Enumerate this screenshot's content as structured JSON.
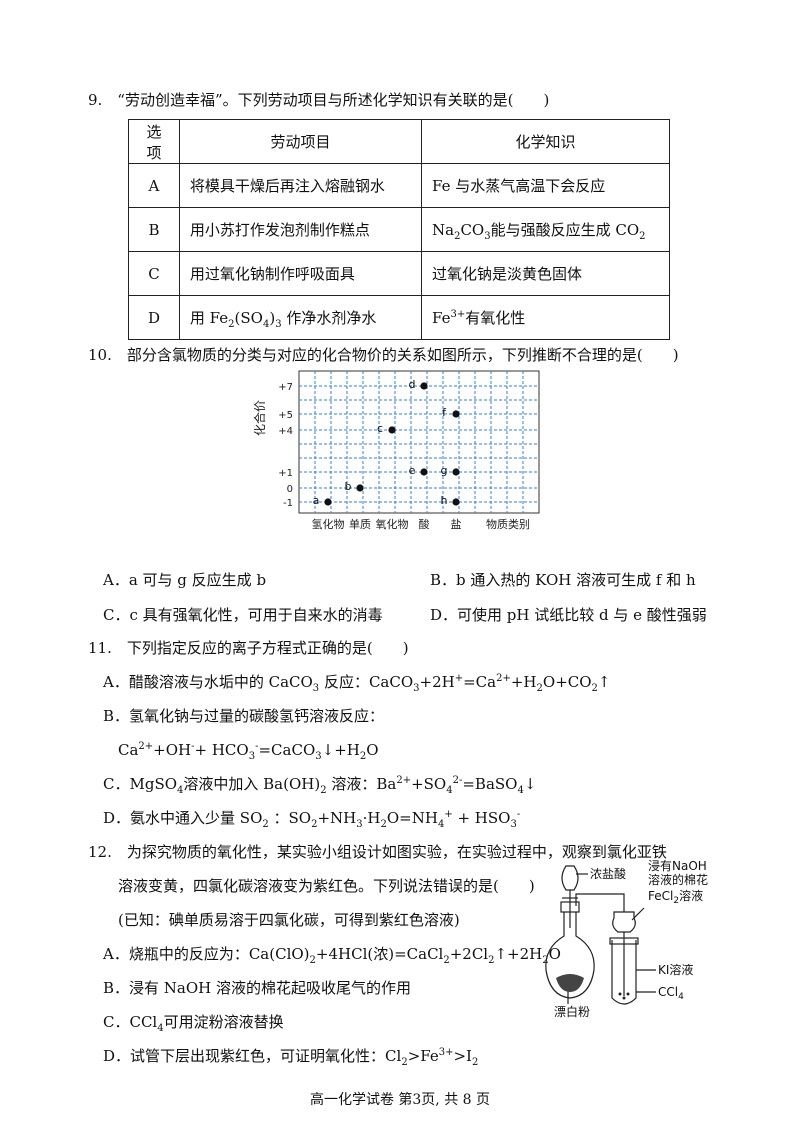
{
  "q9": {
    "stem": "9.　“劳动创造幸福”。下列劳动项目与所述化学知识有关联的是(　　)",
    "table": {
      "headers": [
        "选项",
        "劳动项目",
        "化学知识"
      ],
      "rows": [
        {
          "opt": "A",
          "item": "将模具干燥后再注入熔融钢水",
          "know": "Fe 与水蒸气高温下会反应"
        },
        {
          "opt": "B",
          "item": "用小苏打作发泡剂制作糕点",
          "know_pre": "Na",
          "know_s1": "2",
          "know_mid": "CO",
          "know_s2": "3",
          "know_post": "能与强酸反应生成 CO",
          "know_s3": "2"
        },
        {
          "opt": "C",
          "item": "用过氧化钠制作呼吸面具",
          "know": "过氧化钠是淡黄色固体"
        },
        {
          "opt": "D",
          "item_pre": "用 Fe",
          "item_s1": "2",
          "item_mid": "(SO",
          "item_s2": "4",
          "item_post": ")",
          "item_s3": "3",
          "item_end": " 作净水剂净水",
          "know_pre": "Fe",
          "know_sup": "3+",
          "know_post": "有氧化性"
        }
      ]
    }
  },
  "q10": {
    "stem": "10.　部分含氯物质的分类与对应的化合物价的关系如图所示，下列推断不合理的是(　　)",
    "options": {
      "A": "A．a 可与 g 反应生成 b",
      "B": "B．b 通入热的 KOH 溶液可生成 f 和 h",
      "C": "C．c 具有强氧化性，可用于自来水的消毒",
      "D": "D．可使用 pH 试纸比较 d 与 e 酸性强弱"
    }
  },
  "chart_data": {
    "type": "scatter",
    "ylabel": "化合价",
    "xlabel": "物质类别",
    "categories": [
      "氢化物",
      "单质",
      "氧化物",
      "酸",
      "盐"
    ],
    "y_ticks": [
      "+7",
      "+5",
      "+4",
      "+1",
      "0",
      "-1"
    ],
    "y_values": [
      7,
      5,
      4,
      1,
      0,
      -1
    ],
    "points": [
      {
        "label": "a",
        "category": "氢化物",
        "y": -1
      },
      {
        "label": "b",
        "category": "单质",
        "y": 0
      },
      {
        "label": "c",
        "category": "氧化物",
        "y": 4
      },
      {
        "label": "d",
        "category": "酸",
        "y": 7
      },
      {
        "label": "e",
        "category": "酸",
        "y": 1
      },
      {
        "label": "f",
        "category": "盐",
        "y": 5
      },
      {
        "label": "g",
        "category": "盐",
        "y": 1
      },
      {
        "label": "h",
        "category": "盐",
        "y": -1
      }
    ],
    "grid": true,
    "grid_color": "#3a7fd0"
  },
  "q11": {
    "stem": "11.　下列指定反应的离子方程式正确的是(　　)",
    "A_pre": "A．醋酸溶液与水垢中的 CaCO",
    "A_s1": "3",
    "A_mid": " 反应：CaCO",
    "A_s2": "3",
    "A_mid2": "+2H",
    "A_p1": "+",
    "A_mid3": "=Ca",
    "A_p2": "2+",
    "A_mid4": "+H",
    "A_s3": "2",
    "A_mid5": "O+CO",
    "A_s4": "2",
    "A_end": "↑",
    "B_line1": "B．氢氧化钠与过量的碳酸氢钙溶液反应：",
    "B_pre": "Ca",
    "B_p1": "2+",
    "B_mid": "+OH",
    "B_p2": "-",
    "B_mid2": "+ HCO",
    "B_s1": "3",
    "B_p3": "-",
    "B_mid3": "=CaCO",
    "B_s2": "3",
    "B_mid4": "↓+H",
    "B_s3": "2",
    "B_end": "O",
    "C_pre": "C．MgSO",
    "C_s1": "4",
    "C_mid": "溶液中加入 Ba(OH)",
    "C_s2": "2",
    "C_mid2": " 溶液：Ba",
    "C_p1": "2+",
    "C_mid3": "+SO",
    "C_s3": "4",
    "C_p2": "2-",
    "C_mid4": "=BaSO",
    "C_s4": "4",
    "C_end": "↓",
    "D_pre": "D．氨水中通入少量 SO",
    "D_s1": "2",
    "D_mid": " ：SO",
    "D_s2": "2",
    "D_mid2": "+NH",
    "D_s3": "3",
    "D_mid3": "·H",
    "D_s4": "2",
    "D_mid4": "O=NH",
    "D_s5": "4",
    "D_p1": "+",
    "D_mid5": " + HSO",
    "D_s6": "3",
    "D_p2": "-"
  },
  "q12": {
    "stem1": "12.　为探究物质的氧化性，某实验小组设计如图实验，在实验过程中，观察到氯化亚铁",
    "stem2": "溶液变黄，四氯化碳溶液变为紫红色。下列说法错误的是(　　)",
    "note": "(已知：碘单质易溶于四氯化碳，可得到紫红色溶液)",
    "A_pre": "A．烧瓶中的反应为：Ca(ClO)",
    "A_s1": "2",
    "A_mid": "+4HCl(浓)=CaCl",
    "A_s2": "2",
    "A_mid2": "+2Cl",
    "A_s3": "2",
    "A_mid3": "↑+2H",
    "A_s4": "2",
    "A_end": "O",
    "B": "B．浸有 NaOH 溶液的棉花起吸收尾气的作用",
    "C_pre": "C．CCl",
    "C_s1": "4",
    "C_end": "可用淀粉溶液替换",
    "D_pre": "D．试管下层出现紫红色，可证明氧化性：Cl",
    "D_s1": "2",
    "D_mid": ">Fe",
    "D_p1": "3+",
    "D_mid2": ">I",
    "D_s2": "2",
    "apparatus": {
      "hcl_label": "浓盐酸",
      "cotton_label_1": "浸有NaOH",
      "cotton_label_2": "溶液的棉花",
      "fecl2_label": "FeCl",
      "fecl2_sub": "2",
      "fecl2_end": "溶液",
      "ki_label": "KI溶液",
      "ccl4_label": "CCl",
      "ccl4_sub": "4",
      "bleach_label": "漂白粉"
    }
  },
  "footer": "高一化学试卷 第3页, 共 8 页"
}
